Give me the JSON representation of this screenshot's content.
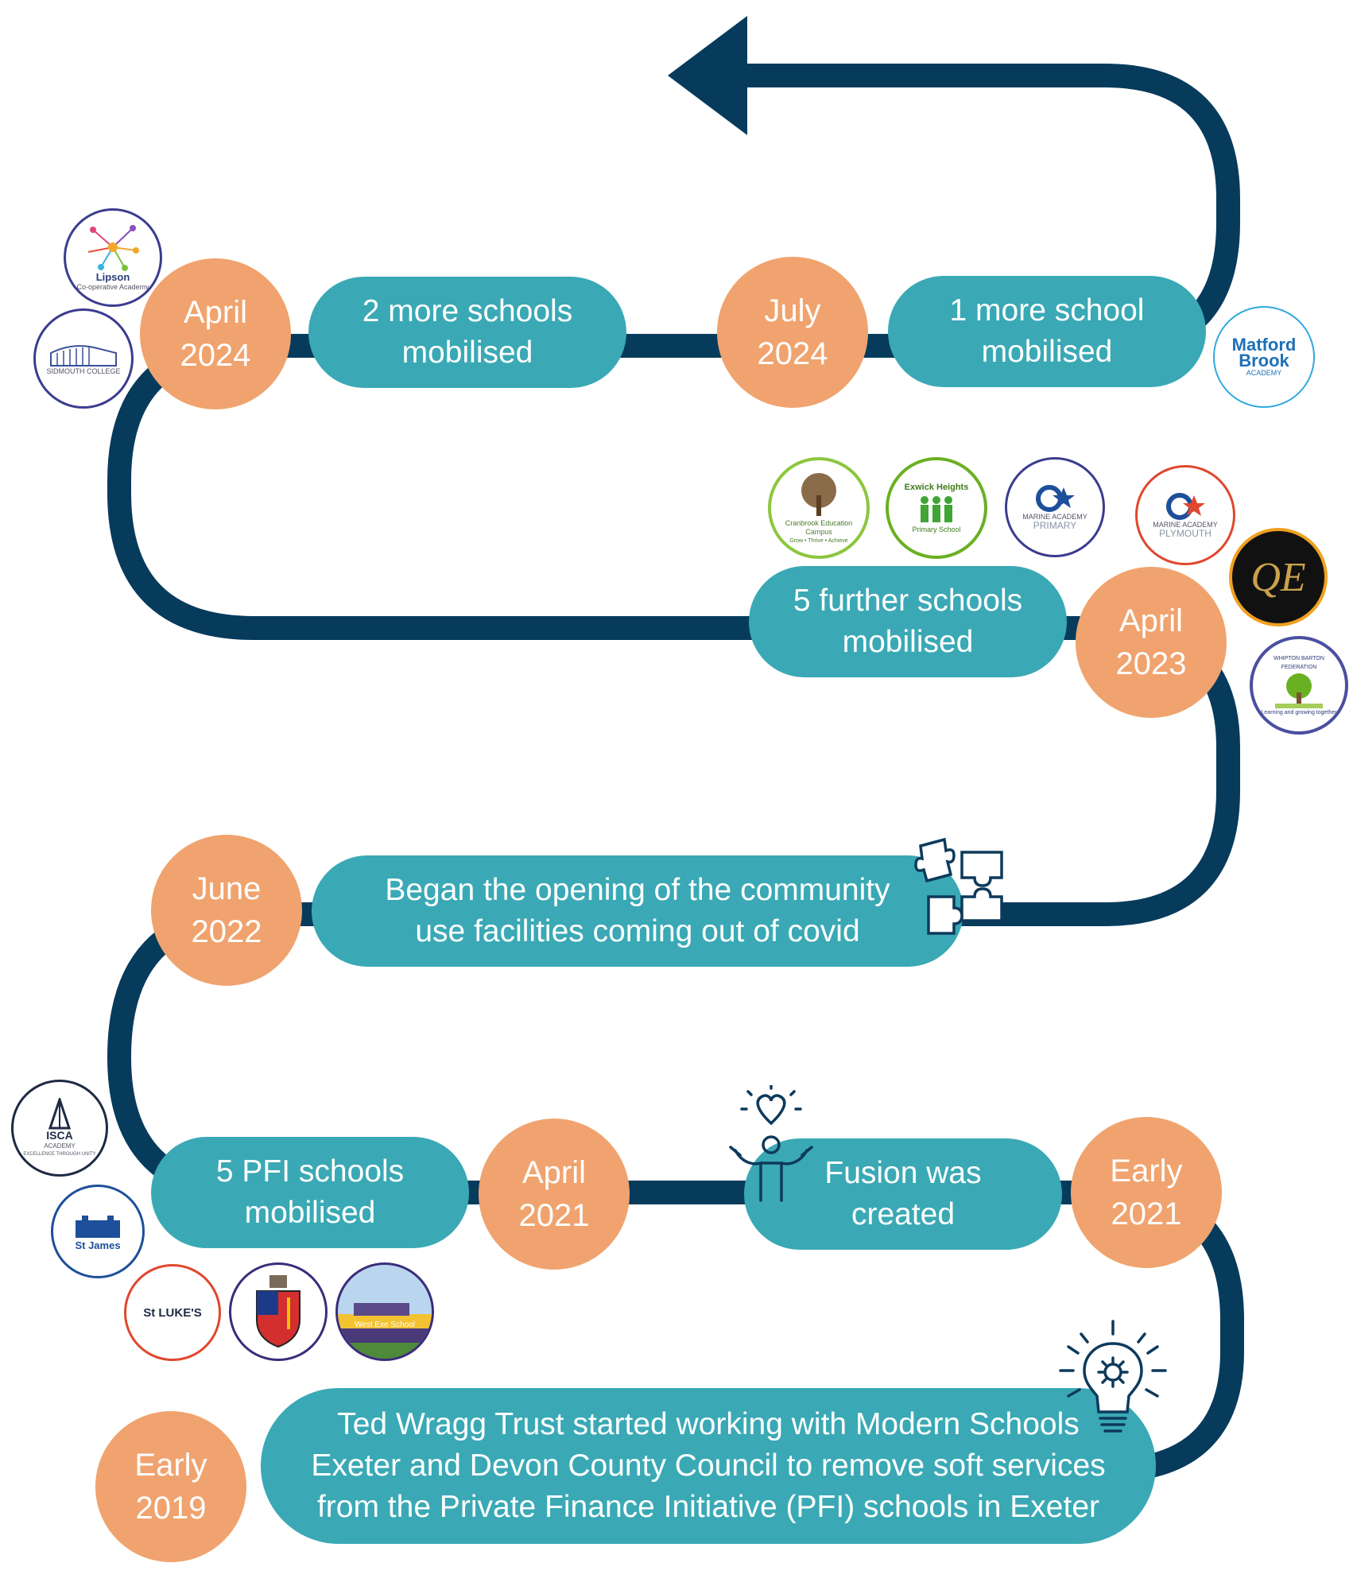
{
  "timeline": [
    {
      "date_line1": "April",
      "date_line2": "2024",
      "text_line1": "2 more schools",
      "text_line2": "mobilised"
    },
    {
      "date_line1": "July",
      "date_line2": "2024",
      "text_line1": "1 more school",
      "text_line2": "mobilised"
    },
    {
      "date_line1": "April",
      "date_line2": "2023",
      "text_line1": "5 further schools",
      "text_line2": "mobilised"
    },
    {
      "date_line1": "June",
      "date_line2": "2022",
      "text_line1": "Began the opening of the community",
      "text_line2": "use facilities coming out of covid"
    },
    {
      "date_line1": "April",
      "date_line2": "2021",
      "text_line1": "5 PFI schools",
      "text_line2": "mobilised"
    },
    {
      "date_line1": "Early",
      "date_line2": "2021",
      "text_line1": "Fusion was",
      "text_line2": "created"
    },
    {
      "date_line1": "Early",
      "date_line2": "2019",
      "text_line1": "Ted Wragg Trust started working with Modern Schools",
      "text_line2": "Exeter and Devon County Council to remove soft services",
      "text_line3": "from the Private Finance Initiative (PFI) schools in Exeter"
    }
  ],
  "logos": {
    "lipson": {
      "name": "Lipson",
      "sub": "Co-operative Academy"
    },
    "sidmouth": {
      "name": "SIDMOUTH COLLEGE"
    },
    "matford": {
      "name1": "Matford",
      "name2": "Brook",
      "sub": "ACADEMY"
    },
    "cranbrook": {
      "name": "Cranbrook Education Campus",
      "sub": "Grow • Thrive • Achieve"
    },
    "exwick": {
      "name": "Exwick Heights",
      "sub": "Primary School"
    },
    "marine_primary": {
      "name": "MARINE ACADEMY",
      "sub": "PRIMARY"
    },
    "marine_plymouth": {
      "name": "MARINE ACADEMY",
      "sub": "PLYMOUTH"
    },
    "qe": {
      "name": "QE"
    },
    "whipton": {
      "name": "WHIPTON BARTON FEDERATION",
      "sub": "Learning and growing together"
    },
    "isca": {
      "name": "ISCA",
      "name2": "ACADEMY",
      "sub": "EXCELLENCE THROUGH UNITY"
    },
    "st_james": {
      "name": "St James"
    },
    "st_lukes": {
      "name": "St LUKE'S"
    },
    "west_exe": {
      "name": "West Exe School"
    }
  },
  "colors": {
    "path": "#073b5c",
    "pill": "#3aa9b5",
    "date": "#f0a36e",
    "icon": "#0d3a5c"
  },
  "icons": [
    "puzzle-icon",
    "person-heart-icon",
    "lightbulb-gear-icon",
    "arrow-left-icon"
  ]
}
